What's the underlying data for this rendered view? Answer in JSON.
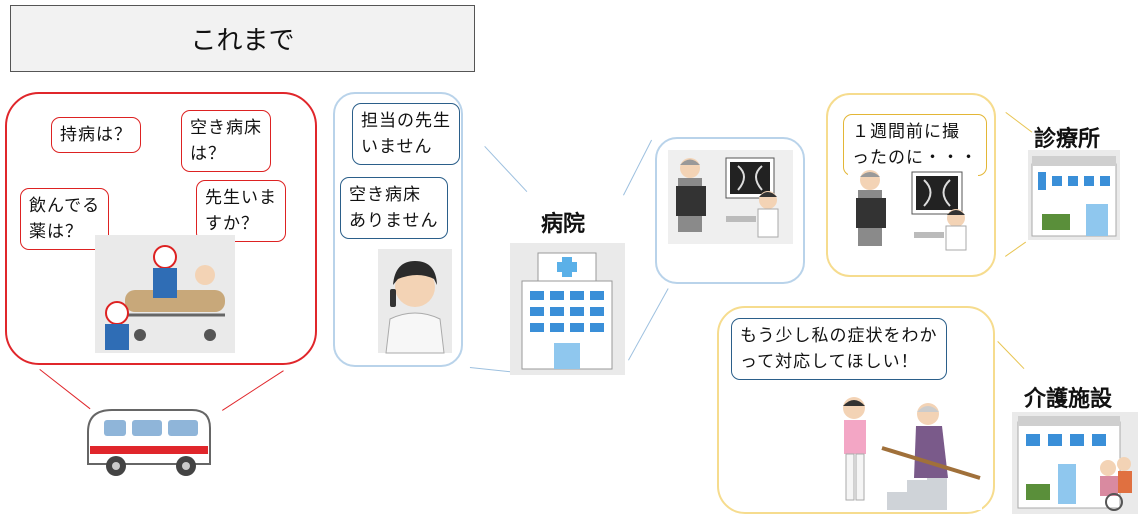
{
  "header": {
    "title": "これまで"
  },
  "emergency": {
    "bubbles": [
      "持病は？",
      "空き病床\nは？",
      "飲んでる\n薬は？",
      "先生いま\nすか？"
    ]
  },
  "hospital_staff": {
    "bubbles": [
      "担当の先生\nいません",
      "空き病床\nありません"
    ]
  },
  "hospital": {
    "label": "病院"
  },
  "clinic": {
    "label": "診療所",
    "bubble": "１週間前に撮\nったのに・・・"
  },
  "care_facility": {
    "label": "介護施設",
    "bubble": "もう少し私の症状をわか\nって対応してほしい！"
  },
  "colors": {
    "red": "#e0262b",
    "blue": "#b9d3ea",
    "yellow": "#f6dc8e"
  },
  "icons": [
    "ambulance-icon",
    "hospital-building-icon",
    "clinic-building-icon",
    "care-facility-building-icon",
    "stretcher-paramedics-illustration",
    "nurse-phone-illustration",
    "doctor-xray-illustration",
    "caregiver-elderly-stairs-illustration"
  ]
}
